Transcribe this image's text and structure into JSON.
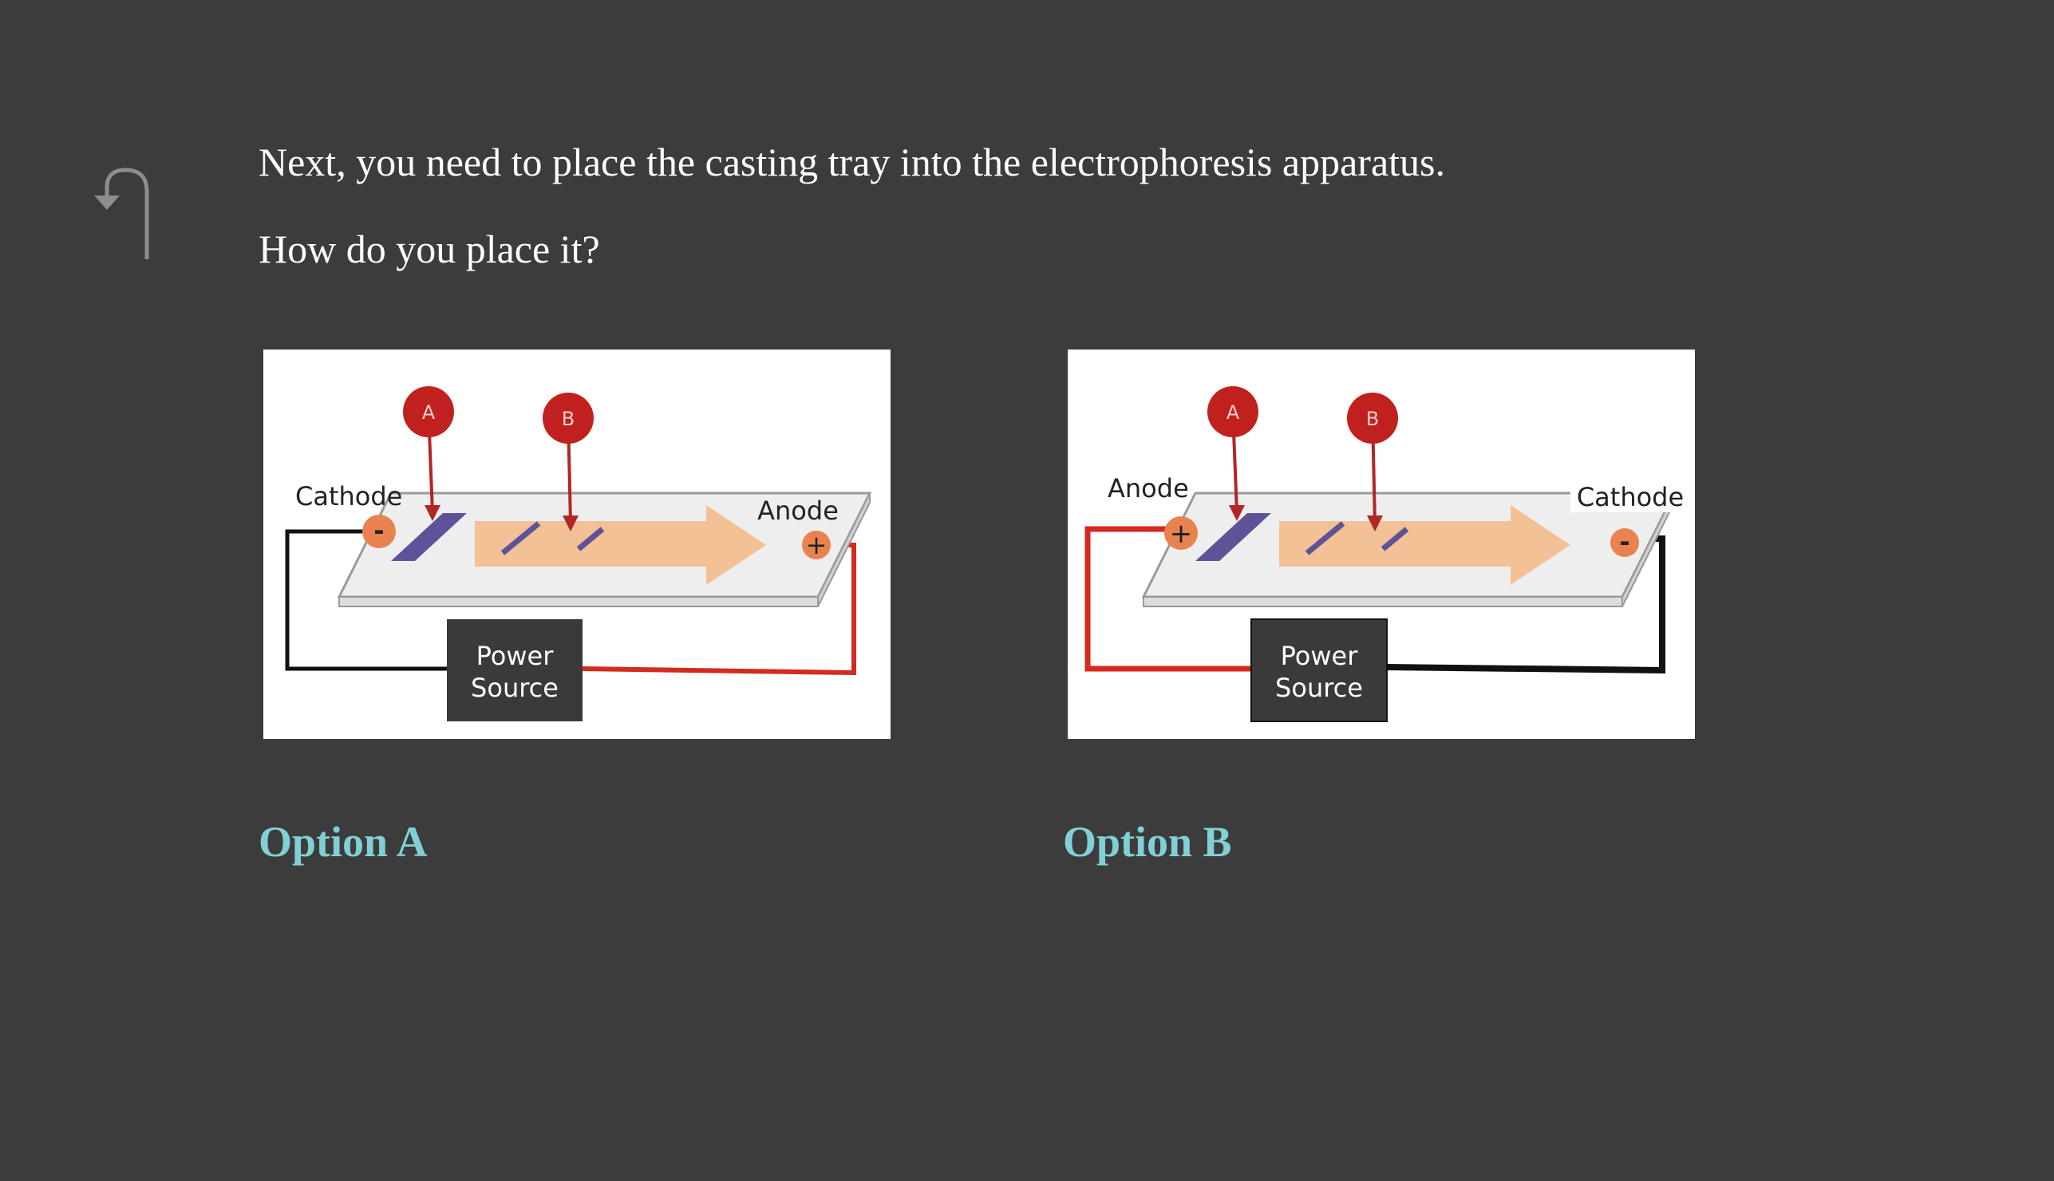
{
  "question": {
    "line1": "Next, you need to place the casting tray into the electrophoresis apparatus.",
    "line2": "How do you place it?"
  },
  "options": [
    {
      "label": "Option A",
      "diagram": {
        "left_electrode": "Cathode",
        "left_sign": "-",
        "right_electrode": "Anode",
        "right_sign": "+",
        "marker_a": "A",
        "marker_b": "B",
        "power_line1": "Power",
        "power_line2": "Source"
      }
    },
    {
      "label": "Option B",
      "diagram": {
        "left_electrode": "Anode",
        "left_sign": "+",
        "right_electrode": "Cathode",
        "right_sign": "-",
        "marker_a": "A",
        "marker_b": "B",
        "power_line1": "Power",
        "power_line2": "Source"
      }
    }
  ],
  "colors": {
    "background": "#3c3c3c",
    "option_label": "#80d0d6",
    "marker_red": "#c0201e",
    "electrode_orange": "#e8834f",
    "dna_arrow": "#f3c196",
    "well_purple": "#5f5298",
    "wire_red": "#d42a1f",
    "wire_black": "#111111",
    "power_box": "#3a3a3a"
  },
  "icons": {
    "back": "back-arrow-icon"
  }
}
